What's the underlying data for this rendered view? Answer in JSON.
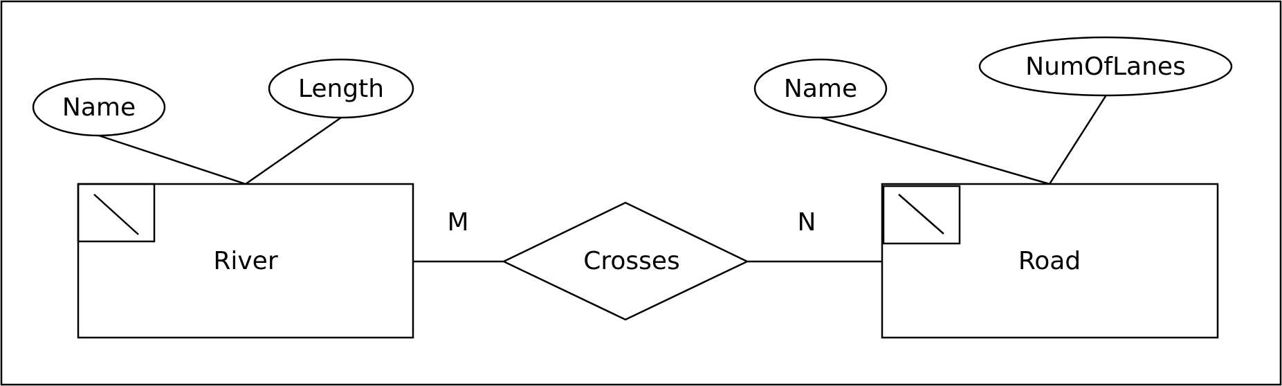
{
  "diagram": {
    "entities": {
      "river": {
        "label": "River"
      },
      "road": {
        "label": "Road"
      }
    },
    "relationship": {
      "label": "Crosses"
    },
    "cardinality": {
      "left": "M",
      "right": "N"
    },
    "attributes": {
      "river_name": "Name",
      "river_length": "Length",
      "road_name": "Name",
      "road_lanes": "NumOfLanes"
    },
    "colors": {
      "stroke": "#000000",
      "background": "#ffffff"
    }
  }
}
